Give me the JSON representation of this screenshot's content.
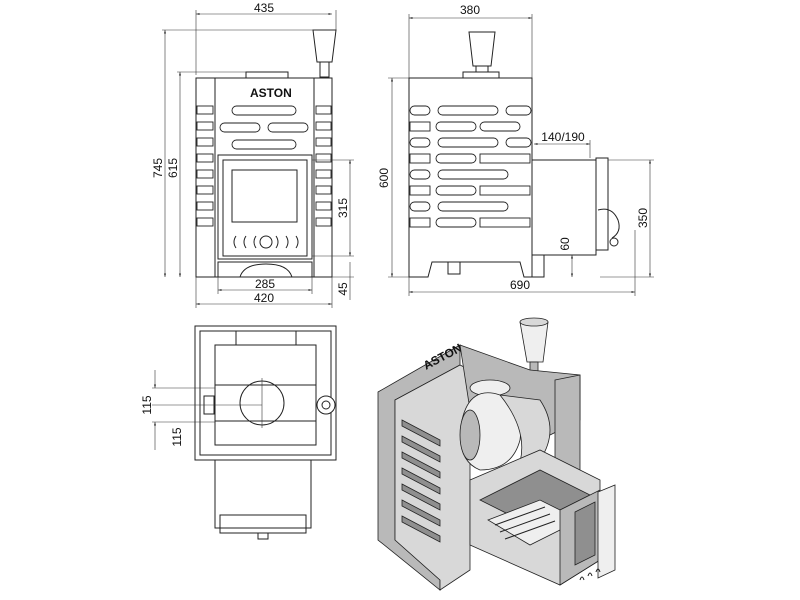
{
  "brand": "ASTON",
  "front_view": {
    "overall_width": "435",
    "total_height": "745",
    "body_height": "615",
    "door_height": "315",
    "leg_height": "45",
    "door_width": "285",
    "body_width": "420"
  },
  "side_view": {
    "body_depth": "380",
    "body_height": "600",
    "tunnel_length": "140/190",
    "tunnel_height": "350",
    "tunnel_base": "60",
    "overall_depth": "690"
  },
  "top_view": {
    "offset_upper": "115",
    "offset_lower": "115"
  },
  "iso_view": {
    "logo_text": "ASTON"
  }
}
